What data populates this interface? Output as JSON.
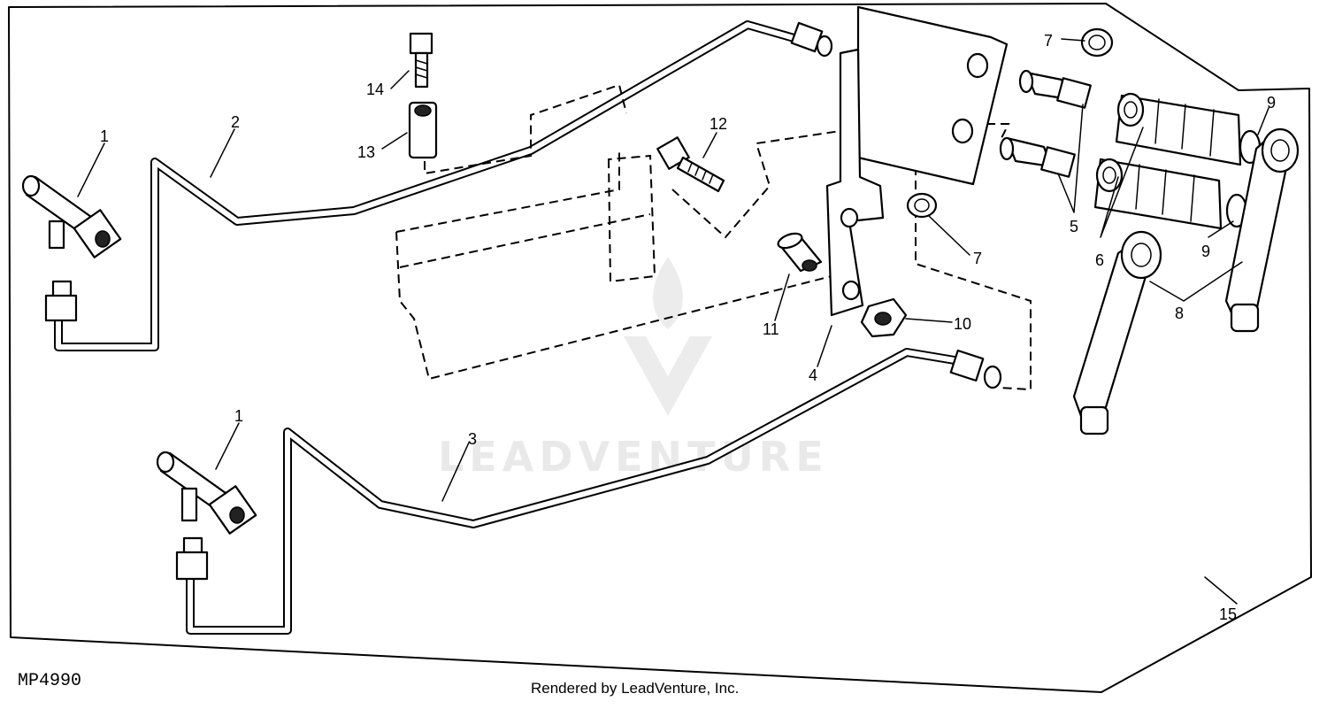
{
  "diagram": {
    "code": "MP4990",
    "credit": "Rendered by LeadVenture, Inc.",
    "watermark": "LEADVENTURE",
    "callouts": [
      "1",
      "2",
      "14",
      "13",
      "12",
      "7",
      "9",
      "5",
      "6",
      "7",
      "9",
      "8",
      "10",
      "11",
      "4",
      "1",
      "3",
      "15"
    ]
  }
}
